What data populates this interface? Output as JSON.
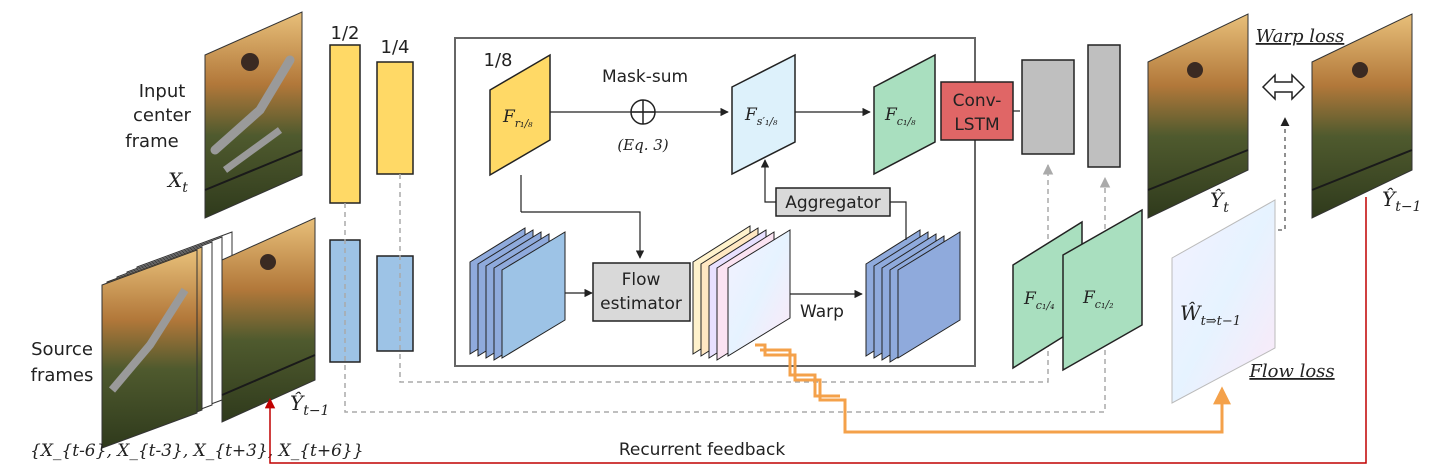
{
  "labels": {
    "input_line1": "Input",
    "input_line2": "center",
    "input_line3": "frame",
    "xt": "X",
    "xt_sub": "t",
    "source_line1": "Source",
    "source_line2": "frames",
    "source_set": "{X_{t-6}, X_{t-3}, X_{t+3}, X_{t+6}}",
    "yhat_prev": "Ŷ",
    "yhat_prev_sub": "t−1",
    "scale_half": "1/2",
    "scale_quarter": "1/4",
    "scale_eighth": "1/8",
    "mask_sum": "Mask-sum",
    "eq": "(Eq. 3)",
    "fr": "F",
    "fr_sub": "r₁/₈",
    "fs": "F",
    "fs_sub": "s′₁/₈",
    "fc8": "F",
    "fc8_sub": "c₁/₈",
    "convlstm_line1": "Conv-",
    "convlstm_line2": "LSTM",
    "aggregator": "Aggregator",
    "flow_est_line1": "Flow",
    "flow_est_line2": "estimator",
    "warp": "Warp",
    "fc4": "F",
    "fc4_sub": "c₁/₄",
    "fc2": "F",
    "fc2_sub": "c₁/₂",
    "yhat_t": "Ŷ",
    "yhat_t_sub": "t",
    "yhat_out_prev": "Ŷ",
    "yhat_out_prev_sub": "t−1",
    "warp_loss": "Warp loss",
    "flow_loss": "Flow loss",
    "w_hat": "Ŵ",
    "w_hat_sub": "t⇒t−1",
    "recurrent": "Recurrent feedback"
  },
  "colors": {
    "yellow": "#ffd966",
    "blue": "#9dc3e6",
    "blue_dark": "#8faadc",
    "green": "#a9dfbf",
    "light_blue": "#ddf1fb",
    "pink": "#e06666",
    "gray": "#bfbfbf",
    "orange": "#f4a14a",
    "red": "#c00000"
  }
}
